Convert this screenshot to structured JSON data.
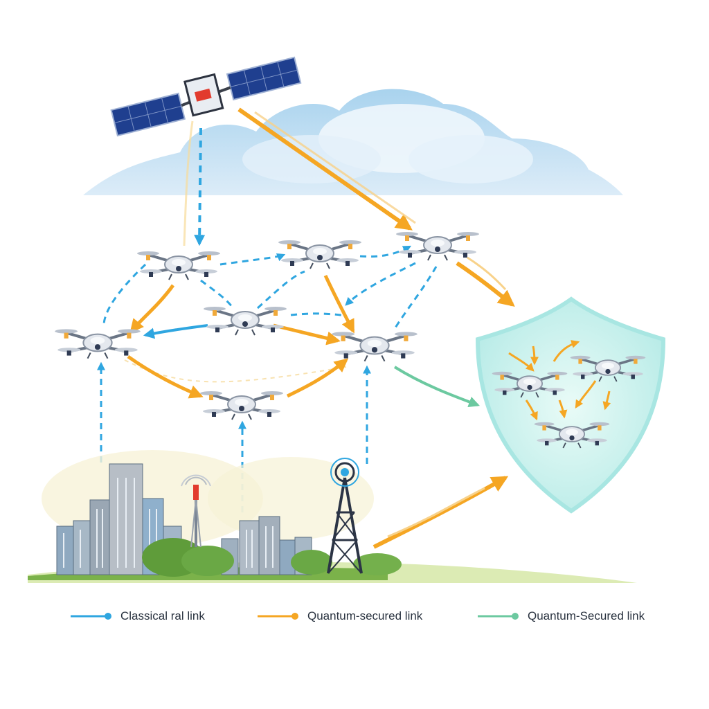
{
  "legend": [
    {
      "label": "Classical ral link",
      "color": "#2fa6e0",
      "icon": "blue-arrow-dot"
    },
    {
      "label": "Quantum-secured link",
      "color": "#f5a623",
      "icon": "orange-arrow-dot"
    },
    {
      "label": "Quantum-Secured link",
      "color": "#6cc9a0",
      "icon": "green-arrow-dot"
    }
  ],
  "colors": {
    "classical": "#2fa6e0",
    "quantum": "#f5a623",
    "secured": "#6cc9a0",
    "shield_fill": "#c9f1ee",
    "shield_border": "#a8e6e2",
    "cloud": "#b9dcf3",
    "solar_panel": "#1f3f8f"
  },
  "icons": [
    "satellite-icon",
    "cloud-icon",
    "drone-icon",
    "shield-icon",
    "city-skyline-icon",
    "radio-tower-icon",
    "antenna-icon"
  ]
}
